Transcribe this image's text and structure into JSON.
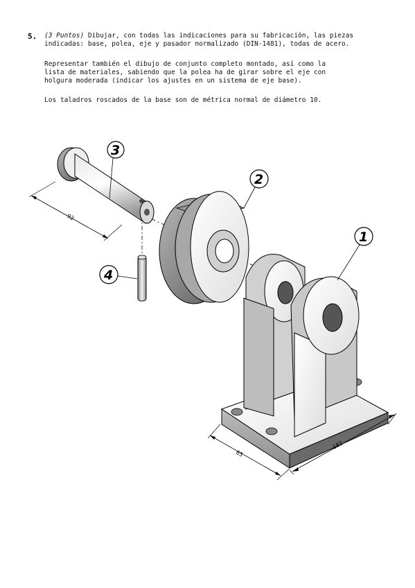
{
  "question": {
    "number": "5.",
    "points": "(3 Puntos)",
    "lines": [
      " Dibujar, con todas las indicaciones para su fabricación, las piezas",
      "indicadas: base, polea, eje y pasador normalizado (DIN-1481), todas de acero."
    ],
    "paragraph2": [
      "Representar también el dibujo de conjunto completo montado, así como la",
      "lista de materiales, sabiendo que la polea ha de girar sobre el eje con",
      "holgura moderada (indicar los ajustes en un sistema de eje base)."
    ],
    "paragraph3": "Los taladros roscados de la base son de métrica normal de diámetro 10."
  },
  "drawing": {
    "part_labels": [
      "1",
      "2",
      "3",
      "4"
    ],
    "dimensions": {
      "shaft_length": "92",
      "base_width": "65",
      "base_length": "183"
    }
  }
}
